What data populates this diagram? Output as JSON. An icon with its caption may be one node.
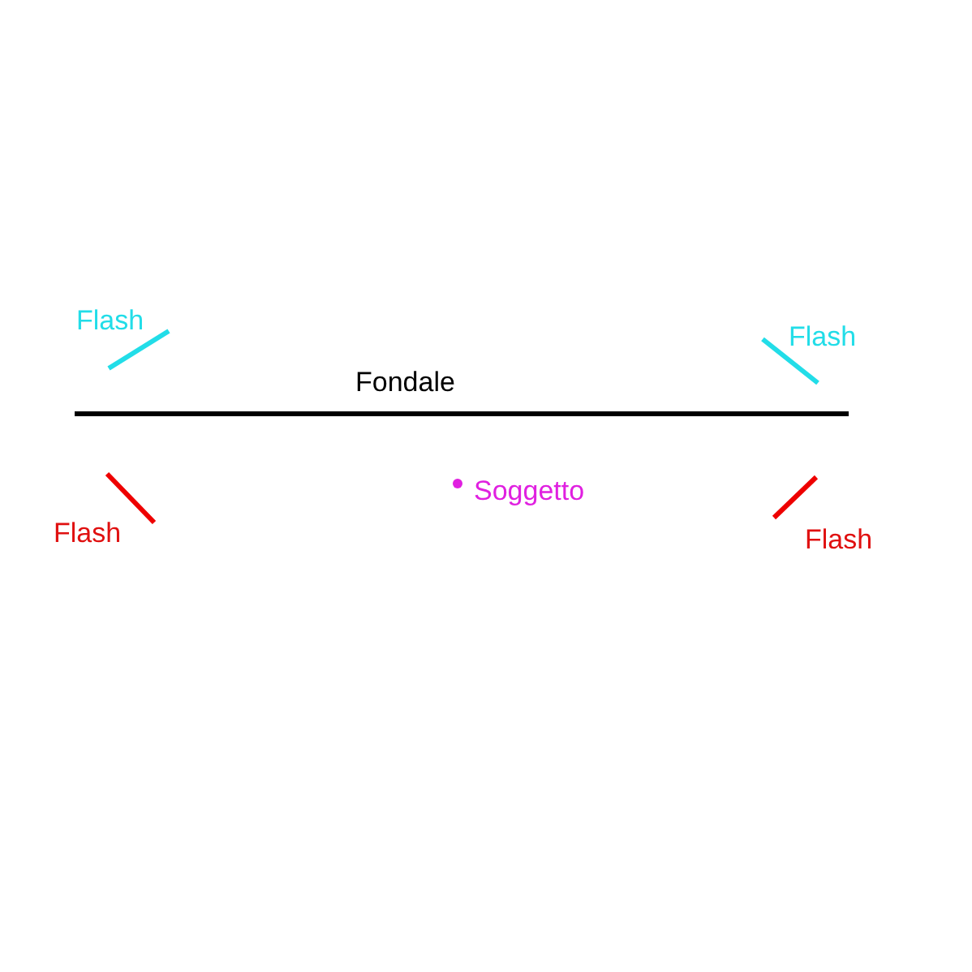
{
  "diagram": {
    "labels": [
      "Flash",
      "Flash",
      "Fondale",
      "Soggetto",
      "Flash",
      "Flash"
    ]
  }
}
